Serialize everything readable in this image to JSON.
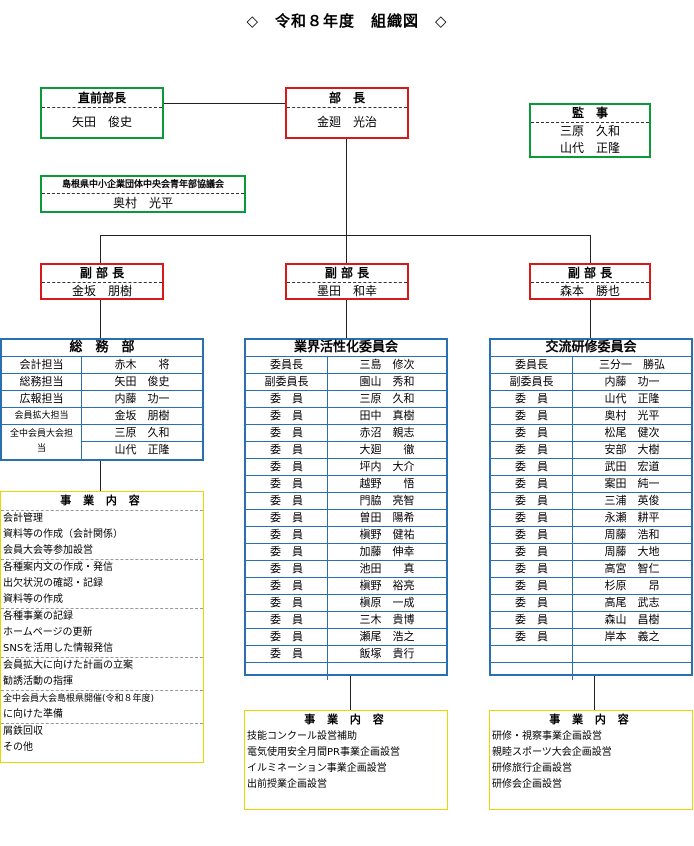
{
  "title": "◇　令和８年度　組織図　◇",
  "prev": {
    "role": "直前部長",
    "name": "矢田　俊史"
  },
  "head": {
    "role": "部　長",
    "name": "金廻　光治"
  },
  "audit": {
    "role": "監　事",
    "names": [
      "三原　久和",
      "山代　正隆"
    ]
  },
  "council": {
    "role": "島根県中小企業団体中央会青年部協議会",
    "name": "奥村　光平"
  },
  "vp": [
    {
      "role": "副 部 長",
      "name": "金坂　朋樹"
    },
    {
      "role": "副 部 長",
      "name": "墨田　和幸"
    },
    {
      "role": "副 部 長",
      "name": "森本　勝也"
    }
  ],
  "soumu": {
    "title": "総　務　部",
    "rows": [
      [
        "会計担当",
        "赤木　　将"
      ],
      [
        "総務担当",
        "矢田　俊史"
      ],
      [
        "広報担当",
        "内藤　功一"
      ],
      [
        "会員拡大担当",
        "金坂　朋樹"
      ],
      [
        "全中会員大会担　当",
        "三原　久和"
      ],
      [
        "",
        "山代　正隆"
      ]
    ]
  },
  "soumu_jigyo": {
    "title": "事 業 内 容",
    "groups": [
      [
        "会計管理",
        "資料等の作成（会計関係）",
        "会員大会等参加設営"
      ],
      [
        "各種案内文の作成・発信",
        "出欠状況の確認・記録",
        "資料等の作成"
      ],
      [
        "各種事業の記録",
        "ホームページの更新",
        "SNSを活用した情報発信"
      ],
      [
        "会員拡大に向けた計画の立案",
        "勧誘活動の指揮"
      ],
      [
        "全中会員大会島根県開催(令和８年度)",
        "に向けた準備"
      ],
      [
        "屑鉄回収",
        "その他"
      ]
    ]
  },
  "gyokai": {
    "title": "業界活性化委員会",
    "rows": [
      [
        "委員長",
        "三島　修次"
      ],
      [
        "副委員長",
        "園山　秀和"
      ],
      [
        "委　員",
        "三原　久和"
      ],
      [
        "委　員",
        "田中　真樹"
      ],
      [
        "委　員",
        "赤沼　親志"
      ],
      [
        "委　員",
        "大廻　　徹"
      ],
      [
        "委　員",
        "坪内　大介"
      ],
      [
        "委　員",
        "越野　　悟"
      ],
      [
        "委　員",
        "門脇　亮智"
      ],
      [
        "委　員",
        "曽田　陽希"
      ],
      [
        "委　員",
        "槇野　健祐"
      ],
      [
        "委　員",
        "加藤　伸幸"
      ],
      [
        "委　員",
        "池田　　真"
      ],
      [
        "委　員",
        "槇野　裕亮"
      ],
      [
        "委　員",
        "槇原　一成"
      ],
      [
        "委　員",
        "三木　貴博"
      ],
      [
        "委　員",
        "瀬尾　浩之"
      ],
      [
        "委　員",
        "飯塚　貴行"
      ],
      [
        "",
        ""
      ]
    ]
  },
  "gyokai_jigyo": {
    "title": "事 業 内 容",
    "items": [
      "技能コンクール設営補助",
      "電気使用安全月間PR事業企画設営",
      "イルミネーション事業企画設営",
      "出前授業企画設営"
    ]
  },
  "koryu": {
    "title": "交流研修委員会",
    "rows": [
      [
        "委員長",
        "三分一　勝弘"
      ],
      [
        "副委員長",
        "内藤　功一"
      ],
      [
        "委　員",
        "山代　正隆"
      ],
      [
        "委　員",
        "奥村　光平"
      ],
      [
        "委　員",
        "松尾　健次"
      ],
      [
        "委　員",
        "安部　大樹"
      ],
      [
        "委　員",
        "武田　宏道"
      ],
      [
        "委　員",
        "案田　純一"
      ],
      [
        "委　員",
        "三浦　英俊"
      ],
      [
        "委　員",
        "永瀬　耕平"
      ],
      [
        "委　員",
        "周藤　浩和"
      ],
      [
        "委　員",
        "周藤　大地"
      ],
      [
        "委　員",
        "高宮　智仁"
      ],
      [
        "委　員",
        "杉原　　昂"
      ],
      [
        "委　員",
        "高尾　武志"
      ],
      [
        "委　員",
        "森山　昌樹"
      ],
      [
        "委　員",
        "岸本　義之"
      ],
      [
        "",
        ""
      ],
      [
        "",
        ""
      ]
    ]
  },
  "koryu_jigyo": {
    "title": "事 業 内 容",
    "items": [
      "研修・視察事業企画設営",
      "親睦スポーツ大会企画設営",
      "研修旅行企画設営",
      "研修会企画設営"
    ]
  }
}
